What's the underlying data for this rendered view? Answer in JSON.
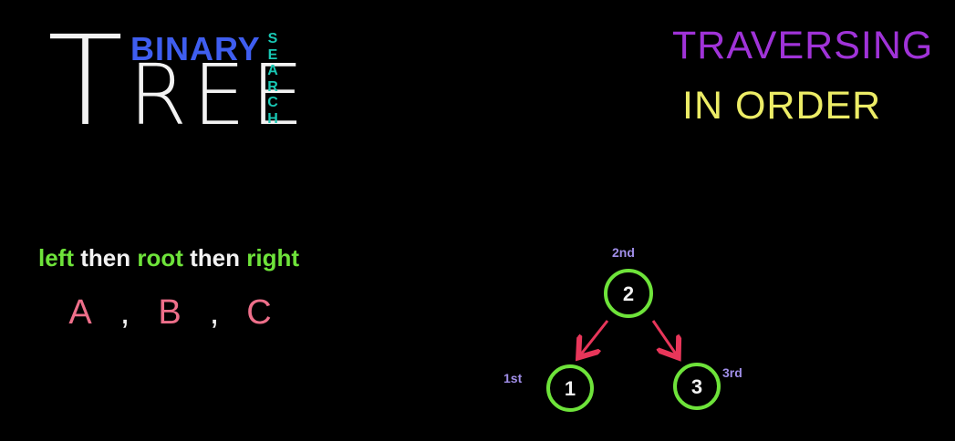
{
  "title": {
    "tree_first": "T",
    "tree_rest": "REE",
    "binary": "BINARY",
    "search_letters": [
      "S",
      "E",
      "A",
      "R",
      "C",
      "H"
    ]
  },
  "heading": {
    "line1": "TRAVERSING",
    "line2": "IN ORDER"
  },
  "rule": {
    "w1": "left",
    "w2": "then",
    "w3": "root",
    "w4": "then",
    "w5": "right"
  },
  "sequence": {
    "a": "A",
    "b": "B",
    "c": "C",
    "sep": ","
  },
  "tree": {
    "root_value": "2",
    "left_value": "1",
    "right_value": "3",
    "root_order": "2nd",
    "left_order": "1st",
    "right_order": "3rd"
  },
  "colors": {
    "node_stroke": "#6ee33a",
    "arrow": "#e8365a",
    "binary": "#3f5ef0",
    "search": "#19c8b4",
    "traversing": "#a033d8",
    "in_order": "#ecec66"
  }
}
